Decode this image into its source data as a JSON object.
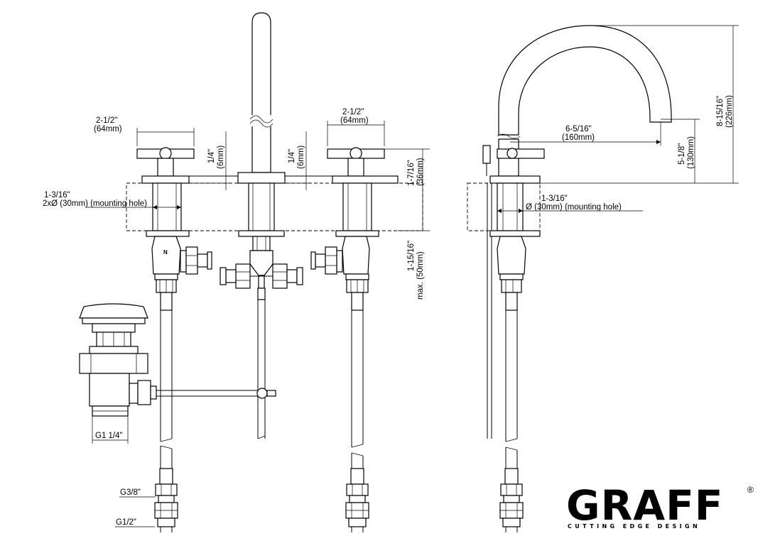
{
  "front_view": {
    "handle_width_left": {
      "line1": "2-1/2\"",
      "line2": "(64mm)"
    },
    "handle_width_right": {
      "line1": "2-1/2\"",
      "line2": "(64mm)"
    },
    "rise_left": {
      "line1": "1/4\"",
      "line2": "(6mm)"
    },
    "rise_center": {
      "line1": "1/4\"",
      "line2": "(6mm)"
    },
    "deck_thickness": {
      "line1": "1-7/16\"",
      "line2": "(36mm)"
    },
    "max_deck": {
      "line1": "1-15/16\"",
      "line2": "max. (50mm)"
    },
    "mounting_hole": {
      "line1": "1-3/16\"",
      "line2": "2xØ (30mm) (mounting hole)"
    },
    "hot_mark": "N"
  },
  "side_view": {
    "height": {
      "line1": "8-15/16\"",
      "line2": "(226mm)"
    },
    "reach": {
      "line1": "6-5/16\"",
      "line2": "(160mm)"
    },
    "spout_height": {
      "line1": "5-1/8\"",
      "line2": "(130mm)"
    },
    "mounting_hole": {
      "line1": "1-3/16\"",
      "line2": "Ø (30mm) (mounting hole)"
    }
  },
  "drain": {
    "thread": "G1 1/4\""
  },
  "supply": {
    "thread_top": "G3/8\"",
    "thread_bottom": "G1/2\""
  },
  "logo": {
    "name": "GRAFF",
    "registered_mark": "®",
    "tagline": "CUTTING EDGE DESIGN"
  }
}
